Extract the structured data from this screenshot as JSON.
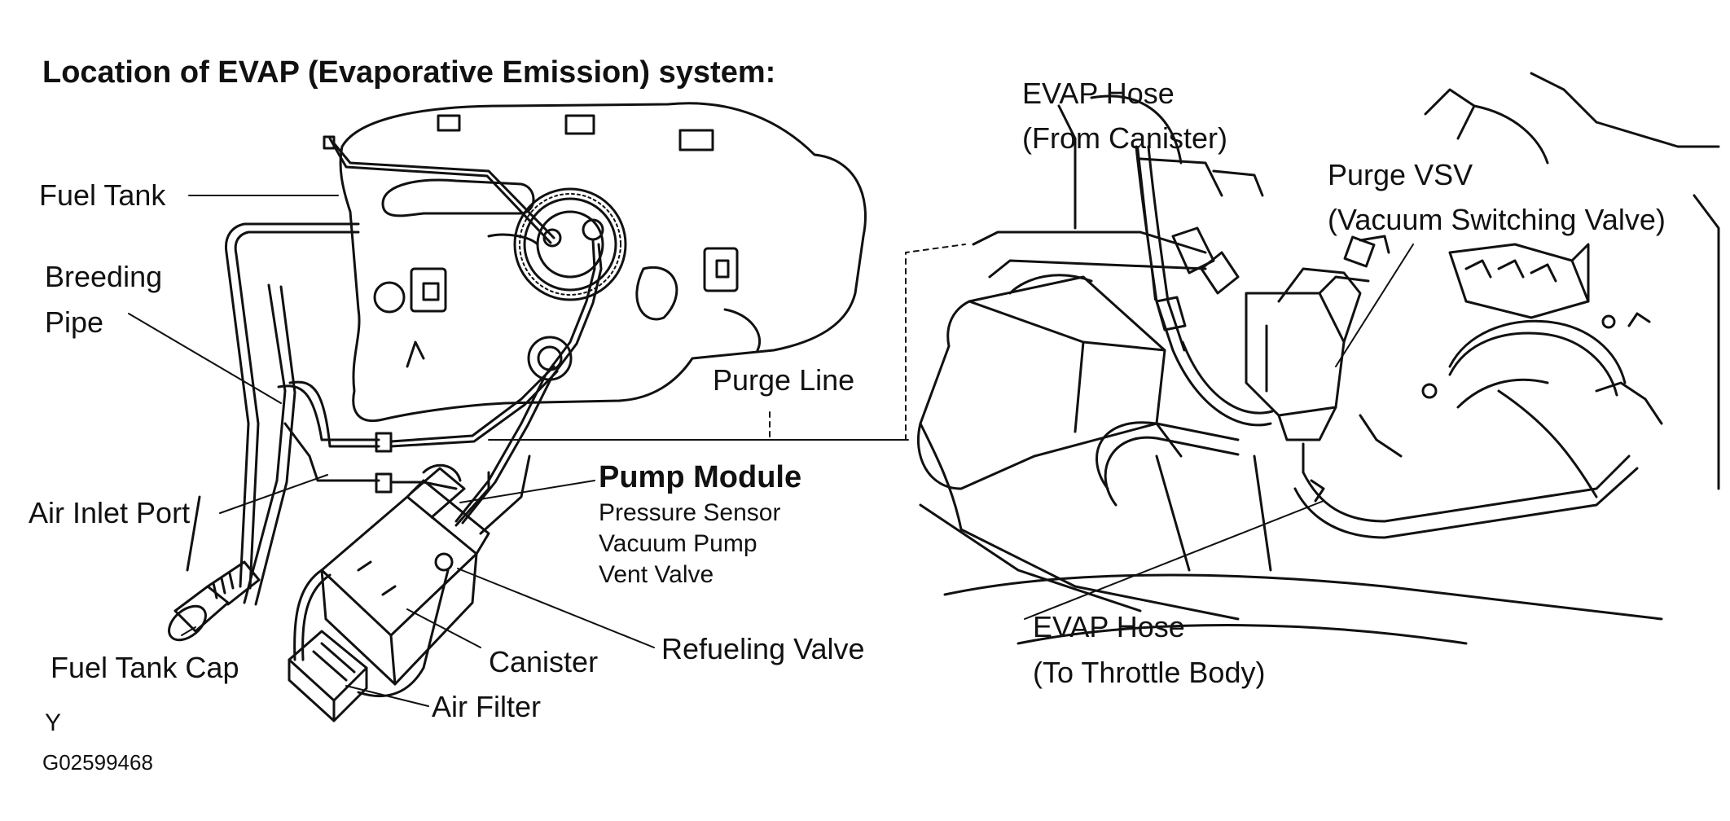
{
  "title": "Location of EVAP (Evaporative Emission) system:",
  "labels": {
    "fuel_tank": "Fuel Tank",
    "breeding_pipe_1": "Breeding",
    "breeding_pipe_2": "Pipe",
    "air_inlet_port": "Air Inlet Port",
    "fuel_tank_cap": "Fuel Tank Cap",
    "canister": "Canister",
    "air_filter": "Air Filter",
    "refueling_valve": "Refueling Valve",
    "purge_line": "Purge Line",
    "pump_module": "Pump Module",
    "pressure_sensor": "Pressure Sensor",
    "vacuum_pump": "Vacuum Pump",
    "vent_valve": "Vent Valve",
    "evap_hose_from_1": "EVAP Hose",
    "evap_hose_from_2": "(From Canister)",
    "purge_vsv_1": "Purge VSV",
    "purge_vsv_2": "(Vacuum Switching Valve)",
    "evap_hose_to_1": "EVAP Hose",
    "evap_hose_to_2": "(To Throttle Body)"
  },
  "footer": {
    "code_letter": "Y",
    "figure_code": "G02599468"
  },
  "colors": {
    "ink": "#111111",
    "background": "#ffffff"
  }
}
